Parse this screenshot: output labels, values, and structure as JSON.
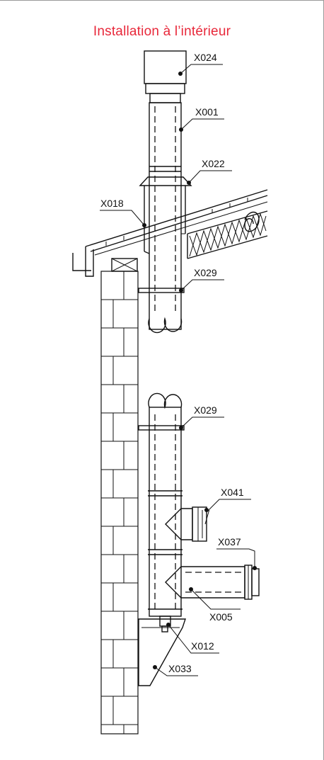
{
  "title": "Installation à l’intérieur",
  "labels": {
    "x024": "X024",
    "x001": "X001",
    "x022": "X022",
    "x018": "X018",
    "x029_top": "X029",
    "x029_bottom": "X029",
    "x041": "X041",
    "x037": "X037",
    "x005": "X005",
    "x012": "X012",
    "x033": "X033"
  },
  "colors": {
    "title": "#e8283a",
    "line": "#111111",
    "frame": "#9a9a9a"
  }
}
